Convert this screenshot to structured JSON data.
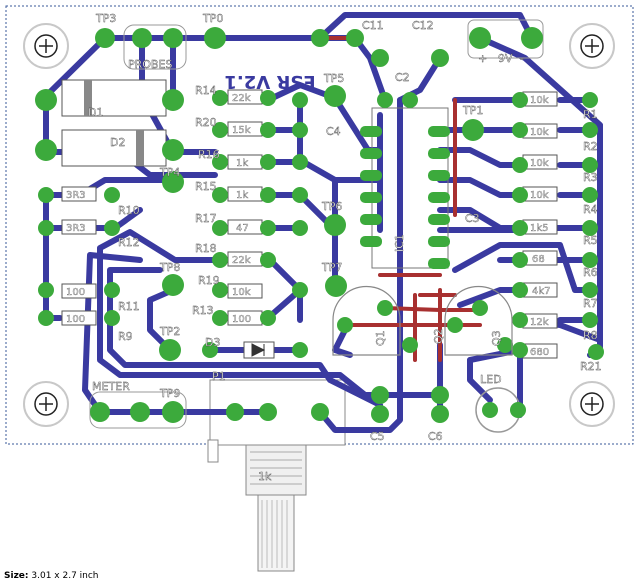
{
  "board_title": "ESR V2.1",
  "size_caption": {
    "label": "Size:",
    "value": "3.01 x 2.7 inch"
  },
  "colors": {
    "trace_top": "#3a3aa0",
    "trace_bottom": "#a83030",
    "pad": "#3caa3c",
    "silkscreen": "#ffffff",
    "board_outline": "#3a5a9a",
    "board_bg": "#ffffff"
  },
  "labels": {
    "probes": "PROBES",
    "meter": "METER",
    "plus": "+",
    "minus": "-",
    "nine_v": "9V",
    "pot_value": "1k"
  },
  "test_points": [
    "TP0",
    "TP1",
    "TP2",
    "TP3",
    "TP4",
    "TP5",
    "TP6",
    "TP7",
    "TP8",
    "TP9"
  ],
  "resistors_left": [
    {
      "ref": "R14",
      "value": "22k"
    },
    {
      "ref": "R20",
      "value": "15k"
    },
    {
      "ref": "R16",
      "value": "1k"
    },
    {
      "ref": "R15",
      "value": "1k"
    },
    {
      "ref": "R17",
      "value": "47"
    },
    {
      "ref": "R18",
      "value": "22k"
    },
    {
      "ref": "R19",
      "value": "10k"
    },
    {
      "ref": "R13",
      "value": "100"
    },
    {
      "ref": "R10",
      "value": "3R3"
    },
    {
      "ref": "R12",
      "value": "3R3"
    },
    {
      "ref": "R11",
      "value": "100"
    },
    {
      "ref": "R9",
      "value": "100"
    }
  ],
  "resistors_right": [
    {
      "ref": "R1",
      "value": "10k"
    },
    {
      "ref": "R2",
      "value": "10k"
    },
    {
      "ref": "R3",
      "value": "10k"
    },
    {
      "ref": "R4",
      "value": "10k"
    },
    {
      "ref": "R5",
      "value": "1k5"
    },
    {
      "ref": "R6",
      "value": "68"
    },
    {
      "ref": "R7",
      "value": "4k7"
    },
    {
      "ref": "R8",
      "value": "12k"
    },
    {
      "ref": "R21",
      "value": "680"
    }
  ],
  "components": {
    "caps": [
      "C11",
      "C12",
      "C2",
      "C4",
      "C3",
      "C5",
      "C6"
    ],
    "diodes": [
      "D1",
      "D2",
      "D3"
    ],
    "transistors": [
      "Q1",
      "Q2",
      "Q3"
    ],
    "ic": "IC1",
    "led": "LED",
    "pot": "P1"
  }
}
